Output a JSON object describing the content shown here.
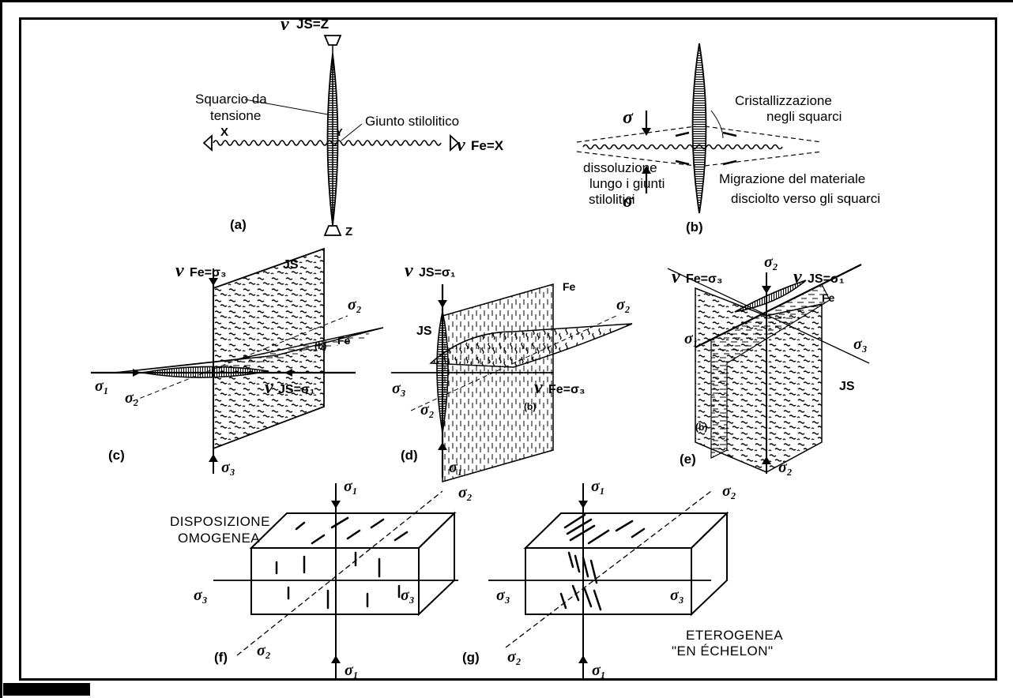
{
  "panels": {
    "a": {
      "caption": "(a)",
      "nu_js": "JS=Z",
      "nu_fe": "Fe=X",
      "squarcio_1": "Squarcio da",
      "squarcio_2": "tensione",
      "giunto": "Giunto stilolitico",
      "x": "X",
      "y": "Y",
      "z": "Z"
    },
    "b": {
      "caption": "(b)",
      "sigma": "σ",
      "crist_1": "Cristallizzazione",
      "crist_2": "negli squarci",
      "diss_1": "dissoluzione",
      "diss_2": "lungo i giunti",
      "diss_3": "stilolitici",
      "migr_1": "Migrazione del materiale",
      "migr_2": "disciolto verso gli squarci"
    },
    "c": {
      "caption": "(c)",
      "nu_fe": "Fe=σ₃",
      "nu_js": "JS=σ₁",
      "js": "JS",
      "fe": "Fe",
      "b": "(b)",
      "s1": "σ₁",
      "s2a": "σ₂",
      "s2b": "σ₂",
      "s3": "σ₃"
    },
    "d": {
      "caption": "(d)",
      "nu_js": "JS=σ₁",
      "nu_fe": "Fe=σ₃",
      "js": "JS",
      "fe": "Fe",
      "b": "(b)",
      "s1": "σ₁",
      "s2a": "σ₂",
      "s2b": "σ₂",
      "s3": "σ₃"
    },
    "e": {
      "caption": "(e)",
      "nu_fe": "Fe=σ₃",
      "nu_js": "JS=σ₁",
      "js": "JS",
      "fe": "Fe",
      "b": "(b)",
      "s1": "σ₁",
      "s2a": "σ₂",
      "s2b": "σ₂",
      "s3": "σ₃"
    },
    "f": {
      "caption": "(f)",
      "title_1": "DISPOSIZIONE",
      "title_2": "OMOGENEA",
      "s1a": "σ₁",
      "s1b": "σ₁",
      "s2a": "σ₂",
      "s2b": "σ₂",
      "s3a": "σ₃",
      "s3b": "σ₃"
    },
    "g": {
      "caption": "(g)",
      "title_1": "ETEROGENEA",
      "title_2": "\"EN ÉCHELON\"",
      "s1a": "σ₁",
      "s1b": "σ₁",
      "s2a": "σ₂",
      "s2b": "σ₂",
      "s3a": "σ₃",
      "s3b": "σ₃"
    }
  },
  "nu_symbol": "ν"
}
